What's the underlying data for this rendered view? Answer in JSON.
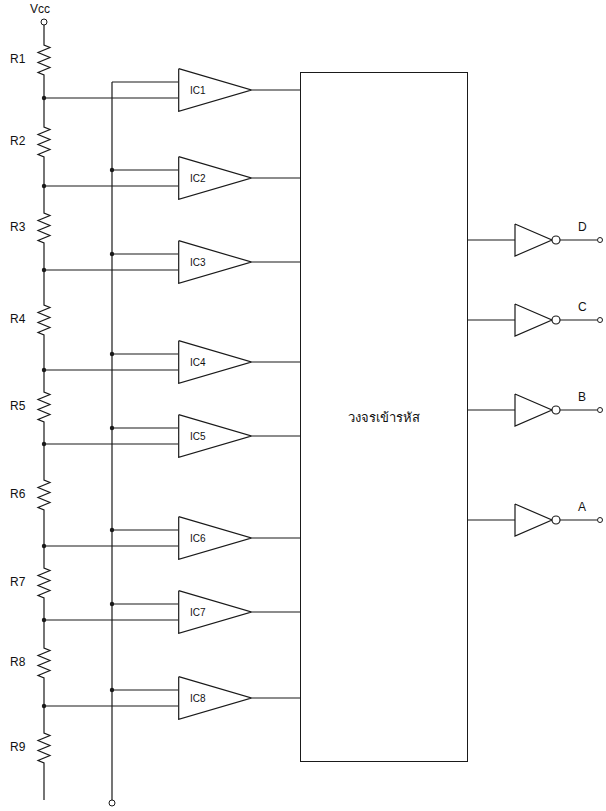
{
  "diagram": {
    "nodes": [
      {
        "text": [
          "IC1"
        ]
      },
      {
        "text": [
          "IC2"
        ]
      },
      {
        "text": [
          "IC3"
        ]
      },
      {
        "text": [
          "IC4"
        ]
      },
      {
        "text": [
          "IC5"
        ]
      },
      {
        "text": [
          "IC6"
        ]
      },
      {
        "text": [
          "IC7"
        ]
      },
      {
        "text": [
          "IC8"
        ]
      },
      {
        "text": [
          "วงจรเข้ารหัส"
        ]
      }
    ],
    "edges": [
      {
        "from": 0,
        "to": 8,
        "arrow": "none"
      },
      {
        "from": 1,
        "to": 8,
        "arrow": "none"
      },
      {
        "from": 2,
        "to": 8,
        "arrow": "none"
      },
      {
        "from": 3,
        "to": 8,
        "arrow": "none"
      },
      {
        "from": 4,
        "to": 8,
        "arrow": "none"
      },
      {
        "from": 5,
        "to": 8,
        "arrow": "none"
      },
      {
        "from": 6,
        "to": 8,
        "arrow": "none"
      },
      {
        "from": 7,
        "to": 8,
        "arrow": "none"
      }
    ],
    "labels": [
      "Vcc",
      "R1",
      "R2",
      "R3",
      "R4",
      "R5",
      "R6",
      "R7",
      "R8",
      "R9",
      "D",
      "C",
      "B",
      "A"
    ]
  }
}
